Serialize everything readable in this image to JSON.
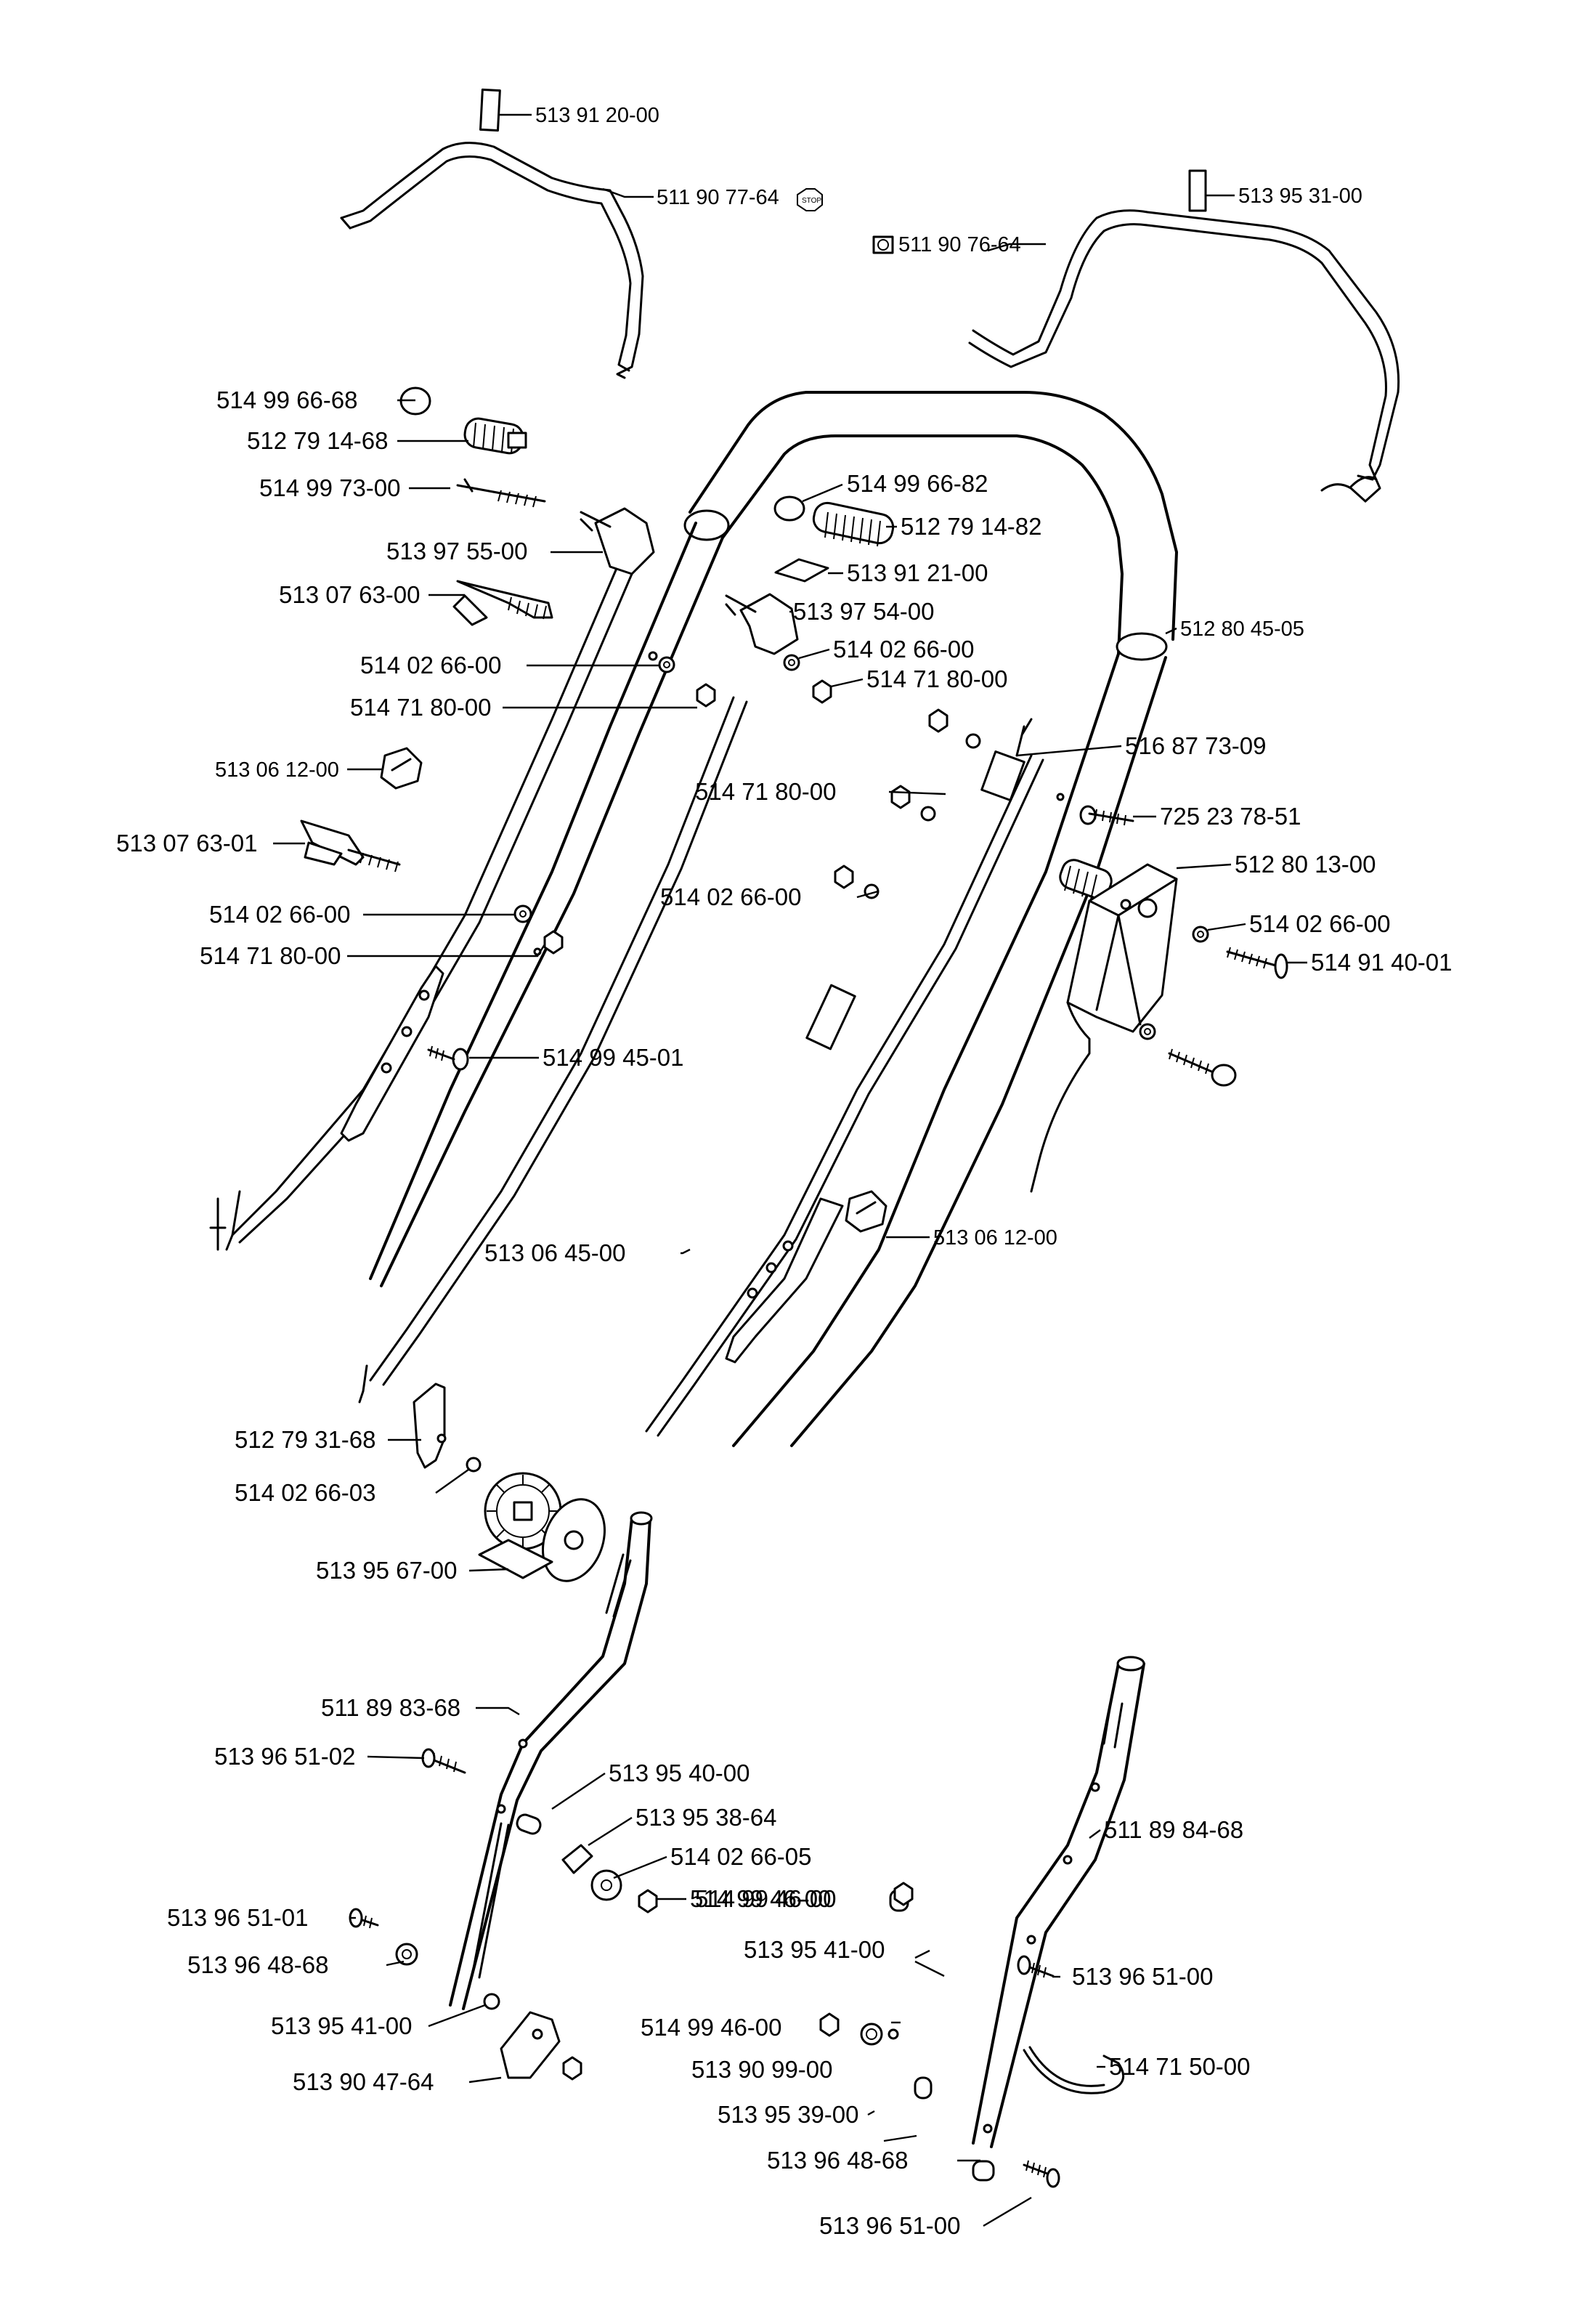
{
  "callouts": [
    {
      "id": "c01",
      "text": "513 91 20-00"
    },
    {
      "id": "c02",
      "text": "511 90 77-64"
    },
    {
      "id": "c03",
      "text": "513 95 31-00"
    },
    {
      "id": "c04",
      "text": "511 90 76-64"
    },
    {
      "id": "c05",
      "text": "514 99 66-68"
    },
    {
      "id": "c06",
      "text": "512 79 14-68"
    },
    {
      "id": "c07",
      "text": "514 99 73-00"
    },
    {
      "id": "c08",
      "text": "513 97 55-00"
    },
    {
      "id": "c09",
      "text": "513 07 63-00"
    },
    {
      "id": "c10",
      "text": "514 02 66-00"
    },
    {
      "id": "c11",
      "text": "514 71 80-00"
    },
    {
      "id": "c12",
      "text": "513 06 12-00"
    },
    {
      "id": "c13",
      "text": "513 07 63-01"
    },
    {
      "id": "c14",
      "text": "514 02 66-00"
    },
    {
      "id": "c15",
      "text": "514 71 80-00"
    },
    {
      "id": "c16",
      "text": "514 99 45-01"
    },
    {
      "id": "c17",
      "text": "514 99 66-82"
    },
    {
      "id": "c18",
      "text": "512 79 14-82"
    },
    {
      "id": "c19",
      "text": "513 91 21-00"
    },
    {
      "id": "c20",
      "text": "513 97 54-00"
    },
    {
      "id": "c21",
      "text": "514 02 66-00"
    },
    {
      "id": "c22",
      "text": "514 71 80-00"
    },
    {
      "id": "c23",
      "text": "512 80 45-05"
    },
    {
      "id": "c24",
      "text": "516 87 73-09"
    },
    {
      "id": "c25",
      "text": "514 71 80-00"
    },
    {
      "id": "c26",
      "text": "725 23 78-51"
    },
    {
      "id": "c27",
      "text": "512 80 13-00"
    },
    {
      "id": "c28",
      "text": "514 02 66-00"
    },
    {
      "id": "c29",
      "text": "514 02 66-00"
    },
    {
      "id": "c30",
      "text": "514 91 40-01"
    },
    {
      "id": "c31",
      "text": "513 06 45-00"
    },
    {
      "id": "c32",
      "text": "513 06 12-00"
    },
    {
      "id": "c33",
      "text": "512 79 31-68"
    },
    {
      "id": "c34",
      "text": "514 02 66-03"
    },
    {
      "id": "c35",
      "text": "513 95 67-00"
    },
    {
      "id": "c36",
      "text": "511 89 83-68"
    },
    {
      "id": "c37",
      "text": "513 96 51-02"
    },
    {
      "id": "c38",
      "text": "513 95 40-00"
    },
    {
      "id": "c39",
      "text": "513 95 38-64"
    },
    {
      "id": "c40",
      "text": "514 02 66-05"
    },
    {
      "id": "c41",
      "text": "514 99 46-00"
    },
    {
      "id": "c42",
      "text": "513 96 51-01"
    },
    {
      "id": "c43",
      "text": "513 96 48-68"
    },
    {
      "id": "c44",
      "text": "513 95 41-00"
    },
    {
      "id": "c45",
      "text": "513 90 47-64"
    },
    {
      "id": "c46",
      "text": "514 99 46-00"
    },
    {
      "id": "c47",
      "text": "511 89 84-68"
    },
    {
      "id": "c48",
      "text": "514 99 46-00"
    },
    {
      "id": "c49",
      "text": "513 95 41-00"
    },
    {
      "id": "c50",
      "text": "513 96 51-00"
    },
    {
      "id": "c51",
      "text": "514 71 50-00"
    },
    {
      "id": "c52",
      "text": "513 90 99-00"
    },
    {
      "id": "c53",
      "text": "513 95 39-00"
    },
    {
      "id": "c54",
      "text": "513 96 48-68"
    },
    {
      "id": "c55",
      "text": "513 96 51-00"
    }
  ],
  "decal_text": "STOP"
}
